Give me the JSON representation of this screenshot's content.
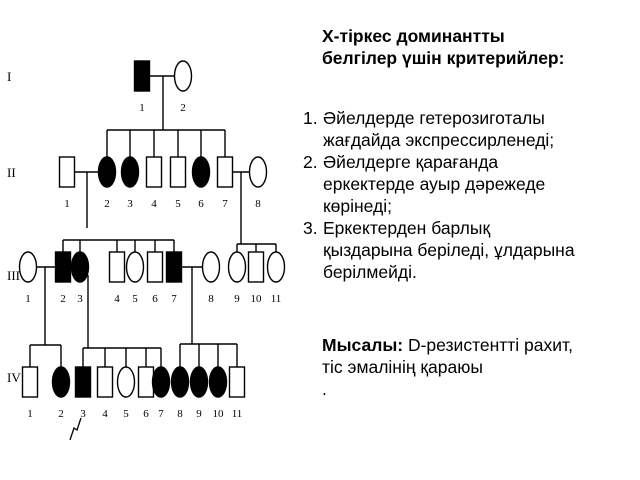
{
  "heading": {
    "line1": "Х-тіркес доминантты",
    "line2": "белгілер үшін критерийлер:"
  },
  "criteria": [
    {
      "num": "1.",
      "lines": [
        "Әйелдерде гетерозиготалы",
        "жағдайда экспрессирленеді;"
      ]
    },
    {
      "num": "2.",
      "lines": [
        "Әйелдерге қарағанда",
        "еркектерде ауыр дәрежеде",
        "көрінеді;"
      ]
    },
    {
      "num": "3.",
      "lines": [
        "Еркектерден барлық",
        "қыздарына беріледі, ұлдарына",
        "берілмейді."
      ]
    }
  ],
  "example": {
    "label": "Мысалы:",
    "line1": "D-резистентті рахит,",
    "line2": "тіс эмалінің қараюы",
    "line3": "."
  },
  "pedigree": {
    "generations": [
      "I",
      "II",
      "III",
      "IV"
    ],
    "individuals": {
      "I": [
        {
          "n": "1",
          "sex": "male",
          "affected": true
        },
        {
          "n": "2",
          "sex": "female",
          "affected": false
        }
      ],
      "II": [
        {
          "n": "1",
          "sex": "male",
          "affected": false
        },
        {
          "n": "2",
          "sex": "female",
          "affected": true
        },
        {
          "n": "3",
          "sex": "female",
          "affected": true
        },
        {
          "n": "4",
          "sex": "male",
          "affected": false
        },
        {
          "n": "5",
          "sex": "male",
          "affected": false
        },
        {
          "n": "6",
          "sex": "female",
          "affected": true
        },
        {
          "n": "7",
          "sex": "male",
          "affected": false
        },
        {
          "n": "8",
          "sex": "female",
          "affected": false
        }
      ],
      "III": [
        {
          "n": "1",
          "sex": "female",
          "affected": false
        },
        {
          "n": "2",
          "sex": "male",
          "affected": true
        },
        {
          "n": "3",
          "sex": "female",
          "affected": true
        },
        {
          "n": "4",
          "sex": "male",
          "affected": false
        },
        {
          "n": "5",
          "sex": "female",
          "affected": false
        },
        {
          "n": "6",
          "sex": "male",
          "affected": false
        },
        {
          "n": "7",
          "sex": "male",
          "affected": true
        },
        {
          "n": "8",
          "sex": "female",
          "affected": false
        },
        {
          "n": "9",
          "sex": "female",
          "affected": false
        },
        {
          "n": "10",
          "sex": "male",
          "affected": false
        },
        {
          "n": "11",
          "sex": "female",
          "affected": false
        }
      ],
      "IV": [
        {
          "n": "1",
          "sex": "male",
          "affected": false
        },
        {
          "n": "2",
          "sex": "female",
          "affected": true
        },
        {
          "n": "3",
          "sex": "male",
          "affected": true,
          "proband": true
        },
        {
          "n": "4",
          "sex": "male",
          "affected": false
        },
        {
          "n": "5",
          "sex": "female",
          "affected": false
        },
        {
          "n": "6",
          "sex": "male",
          "affected": false
        },
        {
          "n": "7",
          "sex": "female",
          "affected": true
        },
        {
          "n": "8",
          "sex": "female",
          "affected": true
        },
        {
          "n": "9",
          "sex": "female",
          "affected": true
        },
        {
          "n": "10",
          "sex": "female",
          "affected": true
        },
        {
          "n": "11",
          "sex": "male",
          "affected": false
        }
      ]
    }
  }
}
